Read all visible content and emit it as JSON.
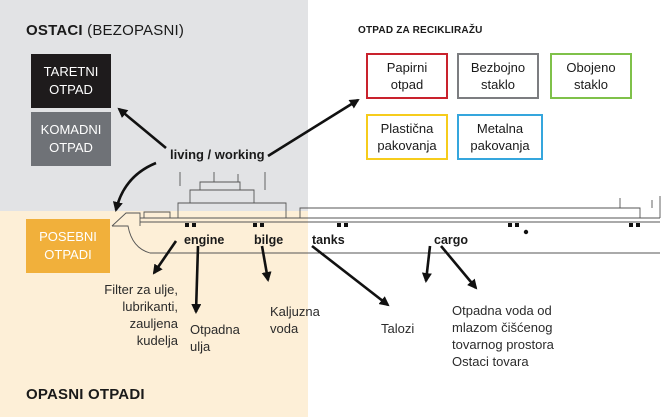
{
  "residual": {
    "title_bold": "OSTACI",
    "title_rest": " (BEZOPASNI)",
    "box1": [
      "TARETNI",
      "OTPAD"
    ],
    "box2": [
      "KOMADNI",
      "OTPAD"
    ]
  },
  "hazardous": {
    "title": "OPASNI OTPADI",
    "box": [
      "POSEBNI",
      "OTPADI"
    ]
  },
  "recycling": {
    "title": "OTPAD ZA RECIKLIRAŽU",
    "papir": [
      "Papirni",
      "otpad"
    ],
    "bezbojno": [
      "Bezbojno",
      "staklo"
    ],
    "obojeno": [
      "Obojeno",
      "staklo"
    ],
    "plasticna": [
      "Plastična",
      "pakovanja"
    ],
    "metalna": [
      "Metalna",
      "pakovanja"
    ]
  },
  "center_label": "living / working",
  "ship_labels": {
    "engine": "engine",
    "bilge": "bilge",
    "tanks": "tanks",
    "cargo": "cargo"
  },
  "outputs": {
    "filter": [
      "Filter za ulje,",
      "lubrikanti,",
      "zauljena kudelja"
    ],
    "otpadna_ulja": [
      "Otpadna",
      "ulja"
    ],
    "kaljuzna": [
      "Kaljuzna",
      "voda"
    ],
    "talozi": [
      "Talozi"
    ],
    "otpadna_voda": [
      "Otpadna voda od",
      "mlazom čišćenog",
      "tovarnog prostora",
      "Ostaci tovara"
    ]
  },
  "colors": {
    "residual_bg": "#e2e3e5",
    "hazard_bg": "#fdefd7",
    "taretni": "#1e1b1c",
    "komadni": "#6f7277",
    "posebni": "#f1b03b",
    "papir_border": "#c9222d",
    "bezbojno_border": "#7c7d80",
    "obojeno_border": "#7fc14a",
    "plasticna_border": "#f6cc1c",
    "metalna_border": "#35a6dd"
  }
}
